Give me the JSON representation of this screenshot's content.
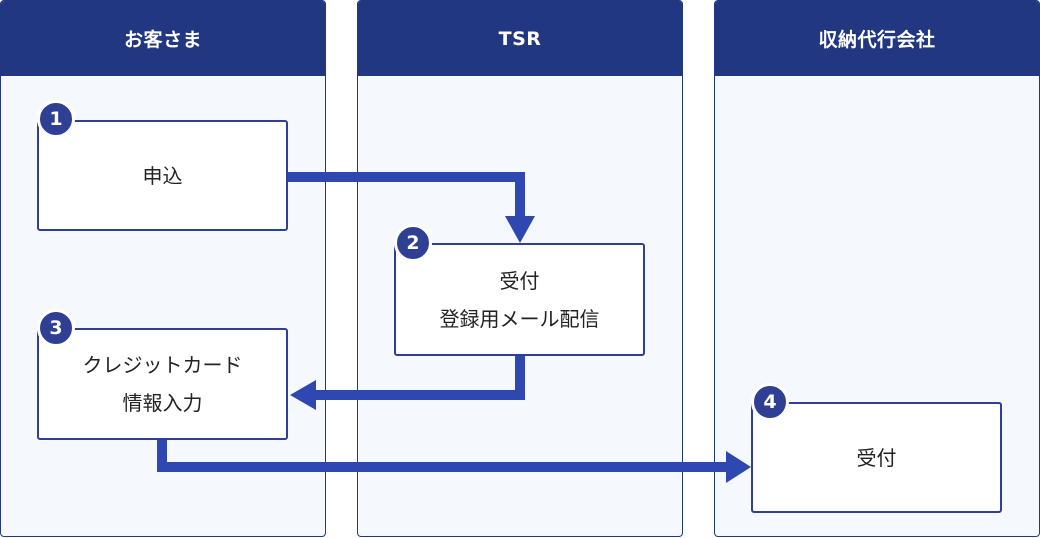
{
  "lanes": {
    "customer": "お客さま",
    "tsr": "TSR",
    "agency": "収納代行会社"
  },
  "steps": [
    {
      "number": "1",
      "lines": [
        "申込"
      ]
    },
    {
      "number": "2",
      "lines": [
        "受付",
        "登録用メール配信"
      ]
    },
    {
      "number": "3",
      "lines": [
        "クレジットカード",
        "情報入力"
      ]
    },
    {
      "number": "4",
      "lines": [
        "受付"
      ]
    }
  ],
  "colors": {
    "header": "#223781",
    "arrow": "#2e47b1",
    "box_border": "#2e3f94",
    "lane_bg": "#f5f9fd"
  }
}
